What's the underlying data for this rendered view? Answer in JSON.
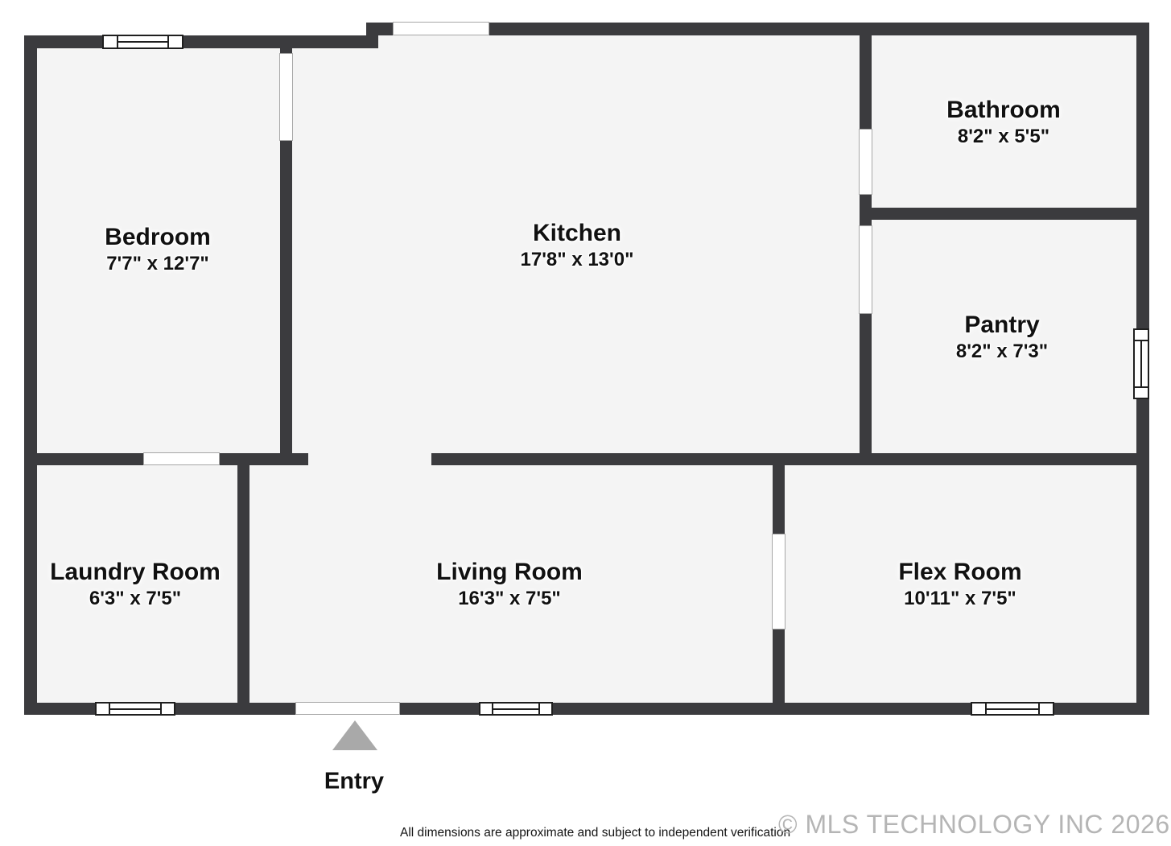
{
  "plan": {
    "title": "floor-plan",
    "rooms": [
      {
        "name": "Bedroom",
        "dims": "7'7\" x 12'7\""
      },
      {
        "name": "Kitchen",
        "dims": "17'8\" x 13'0\""
      },
      {
        "name": "Bathroom",
        "dims": "8'2\" x 5'5\""
      },
      {
        "name": "Pantry",
        "dims": "8'2\" x 7'3\""
      },
      {
        "name": "Laundry Room",
        "dims": "6'3\" x 7'5\""
      },
      {
        "name": "Living Room",
        "dims": "16'3\" x 7'5\""
      },
      {
        "name": "Flex Room",
        "dims": "10'11\" x 7'5\""
      }
    ],
    "entry_label": "Entry",
    "icons": {
      "entry_arrow": "triangle-up"
    }
  },
  "footer": {
    "disclaimer": "All dimensions are approximate and subject to independent verification",
    "copyright": "© MLS TECHNOLOGY INC 2026"
  },
  "colors": {
    "wall": "#3b3b3e",
    "floor": "#f4f4f4",
    "entry_arrow": "#a9a9a9",
    "copyright": "#b5b5b5"
  }
}
